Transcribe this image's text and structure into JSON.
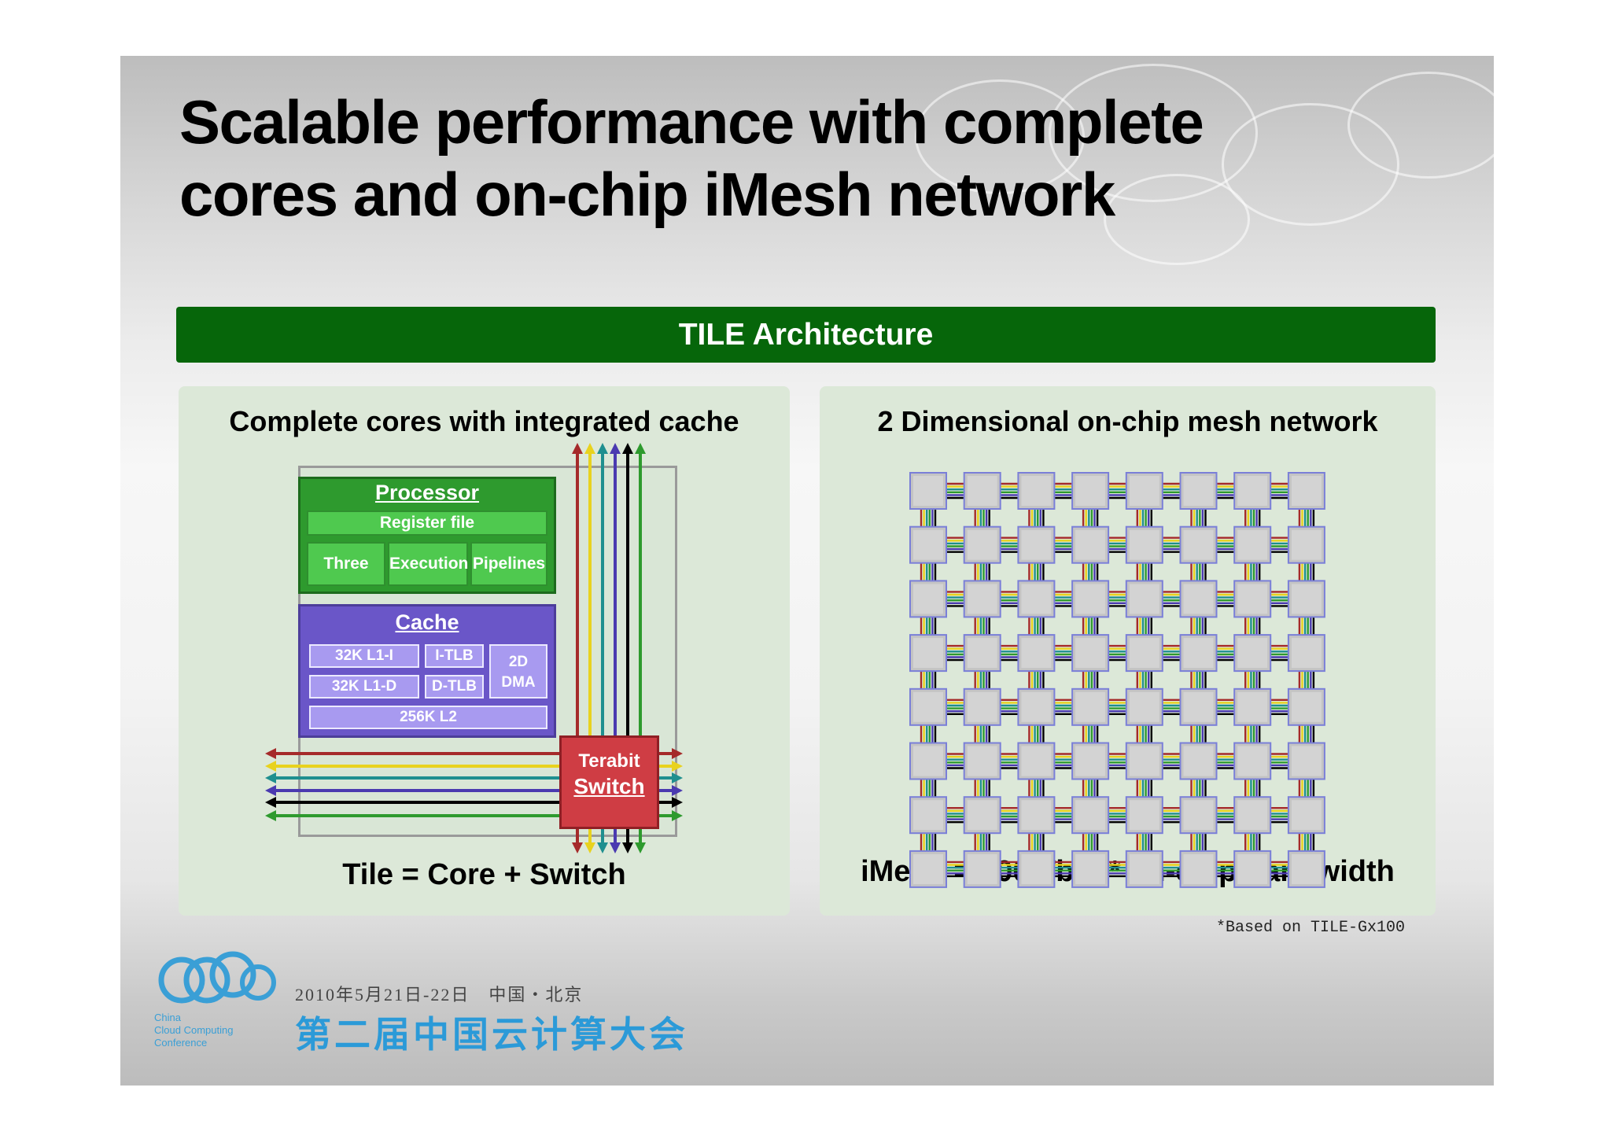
{
  "slide": {
    "title_lines": [
      "Scalable performance with complete",
      "cores and on-chip iMesh network"
    ],
    "banner": "TILE Architecture",
    "left_panel": {
      "heading": "Complete cores with integrated cache",
      "processor": {
        "title": "Processor",
        "register_file": "Register file",
        "pipelines": [
          "Three",
          "Execution",
          "Pipelines"
        ]
      },
      "cache": {
        "title": "Cache",
        "l1i": "32K L1-I",
        "itlb": "I-TLB",
        "l1d": "32K L1-D",
        "dtlb": "D-TLB",
        "dma": "2D DMA",
        "l2": "256K L2"
      },
      "switch": {
        "line1": "Terabit",
        "line2": "Switch"
      },
      "caption": "Tile = Core + Switch"
    },
    "right_panel": {
      "heading": "2 Dimensional on-chip mesh network",
      "caption": "iMesh = 200 Tbps* on-chip bandwidth"
    },
    "footnote": "*Based on TILE-Gx100",
    "footer": {
      "logo_lines": [
        "China",
        "Cloud Computing",
        "Conference"
      ],
      "date": "2010年5月21日-22日　中国・北京",
      "conference_name": "第二届中国云计算大会"
    }
  },
  "colors": {
    "banner": "#06660a",
    "processor": "#2e9a2e",
    "cache": "#6a56c8",
    "switch": "#cf3d44",
    "channels": [
      "#a52a2a",
      "#e8d21e",
      "#1f8f8f",
      "#4a3ab0",
      "#000000",
      "#2e9a2e"
    ]
  },
  "mesh": {
    "rows": 8,
    "cols": 8
  }
}
